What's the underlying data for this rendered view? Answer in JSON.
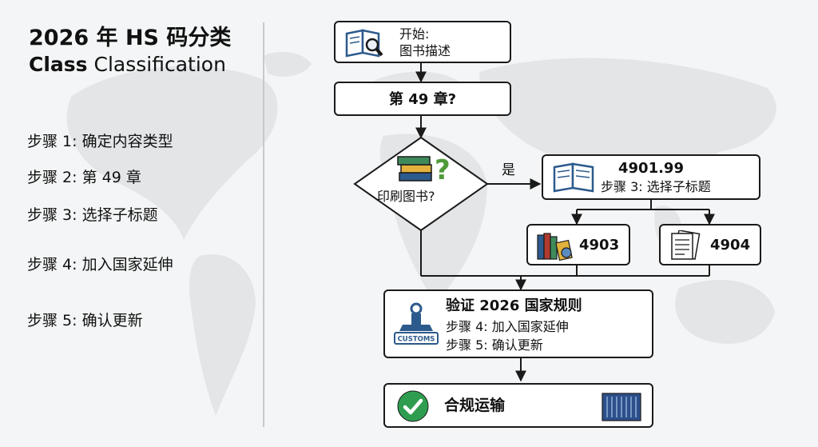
{
  "left_panel": {
    "title": "2026 年 HS 码分类",
    "subtitle_bold": "Class",
    "subtitle_rest": "Classification",
    "steps": [
      "步骤 1: 确定内容类型",
      "步骤 2: 第 49 章",
      "步骤 3: 选择子标题",
      "步骤 4: 加入国家延伸",
      "步骤 5: 确认更新"
    ]
  },
  "flow": {
    "start": {
      "line1": "开始:",
      "line2": "图书描述"
    },
    "chapter": {
      "label": "第 49 章?"
    },
    "decision": {
      "label": "印刷图书?",
      "yes_label": "是"
    },
    "code_4901": {
      "code": "4901.99",
      "note": "步骤 3: 选择子标题"
    },
    "code_4903": {
      "code": "4903"
    },
    "code_4904": {
      "code": "4904"
    },
    "verify": {
      "title": "验证 2026 国家规则",
      "line1": "步骤 4: 加入国家延伸",
      "line2": "步骤 5: 确认更新",
      "stamp_text": "CUSTOMS"
    },
    "final": {
      "label": "合规运输"
    }
  },
  "colors": {
    "box_border": "#1a1a1a",
    "icon_blue": "#2c5a8c",
    "check_green": "#2e9d4f",
    "question_green": "#4f9a3a",
    "book_yellow": "#e2b23c",
    "container_blue": "#2d4f8a"
  },
  "icons": [
    "open-book-magnifier-icon",
    "stacked-books-question-icon",
    "open-book-icon",
    "books-globe-icon",
    "document-stack-icon",
    "customs-stamp-icon",
    "check-circle-icon",
    "shipping-container-icon"
  ]
}
